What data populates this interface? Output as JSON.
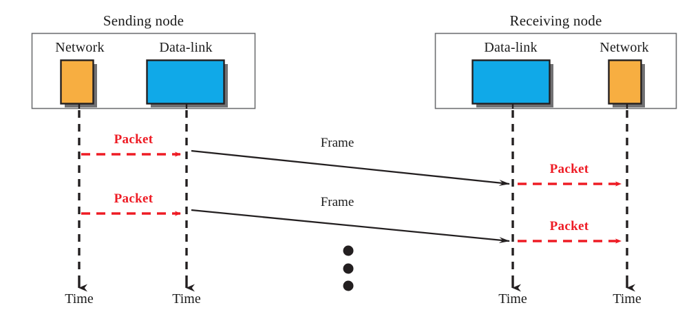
{
  "diagram": {
    "title_sending": "Sending node",
    "title_receiving": "Receiving node",
    "colors": {
      "network_fill": "#F7AE41",
      "datalink_fill": "#10A9E8",
      "box_stroke": "#231f20",
      "shadow": "#58585a",
      "container_stroke": "#6d6e71",
      "packet_red": "#ee1b24",
      "frame_black": "#231f20"
    },
    "sending_node": {
      "layers": [
        {
          "name": "Network",
          "type": "network"
        },
        {
          "name": "Data-link",
          "type": "datalink"
        }
      ]
    },
    "receiving_node": {
      "layers": [
        {
          "name": "Data-link",
          "type": "datalink"
        },
        {
          "name": "Network",
          "type": "network"
        }
      ]
    },
    "packet_arrows": [
      {
        "label": "Packet",
        "side": "sending",
        "index": 1
      },
      {
        "label": "Packet",
        "side": "sending",
        "index": 2
      },
      {
        "label": "Packet",
        "side": "receiving",
        "index": 1
      },
      {
        "label": "Packet",
        "side": "receiving",
        "index": 2
      }
    ],
    "frame_arrows": [
      {
        "label": "Frame",
        "index": 1
      },
      {
        "label": "Frame",
        "index": 2
      }
    ],
    "ellipsis": "⋮",
    "time_axes": [
      {
        "label": "Time",
        "lifeline": "sending-network"
      },
      {
        "label": "Time",
        "lifeline": "sending-datalink"
      },
      {
        "label": "Time",
        "lifeline": "receiving-datalink"
      },
      {
        "label": "Time",
        "lifeline": "receiving-network"
      }
    ]
  }
}
